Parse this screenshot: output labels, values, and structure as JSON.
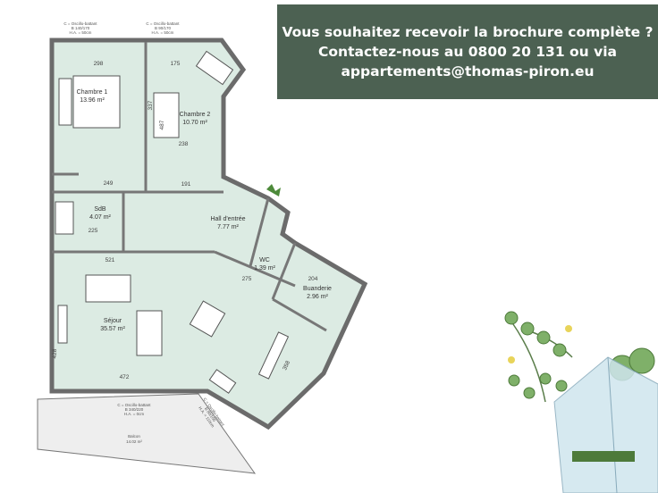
{
  "banner": {
    "line1": "Vous souhaitez recevoir la brochure complète ?",
    "line2": "Contactez-nous au 0800 20 131 ou via",
    "line3": "appartements@thomas-piron.eu"
  },
  "rooms": [
    {
      "name": "Chambre 1",
      "area": "13.96 m²"
    },
    {
      "name": "Chambre 2",
      "area": "10.70 m²"
    },
    {
      "name": "SdB",
      "area": "4.07 m²"
    },
    {
      "name": "Hall d'entrée",
      "area": "7.77 m²"
    },
    {
      "name": "WC",
      "area": "1.39 m²"
    },
    {
      "name": "Buanderie",
      "area": "2.96 m²"
    },
    {
      "name": "Séjour",
      "area": "35.57 m²"
    },
    {
      "name": "Balcon",
      "area": "14.02 m²"
    }
  ],
  "dimensions": [
    "298",
    "175",
    "337",
    "487",
    "238",
    "191",
    "249",
    "225",
    "521",
    "275",
    "204",
    "472",
    "358",
    "428"
  ],
  "windows": [
    {
      "type": "C = Oscillo-battant",
      "size": "B 140/170",
      "height": "H.A. = 50cm"
    },
    {
      "type": "C = Oscillo-battant",
      "size": "B 90/170",
      "height": "H.A. = 50cm"
    },
    {
      "type": "C = Oscillo-battant",
      "size": "B 340/220",
      "height": "H.A. = 0cm"
    },
    {
      "type": "C = Oscillo-battant",
      "size": "B 80/100",
      "height": "H.A. = 110cm"
    }
  ],
  "colors": {
    "banner": "#4c6152",
    "floor": "#dcebe3",
    "wall": "#6b6b6b"
  }
}
